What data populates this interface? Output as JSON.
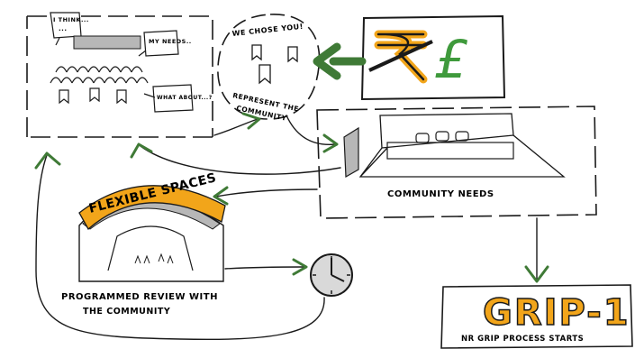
{
  "community_meeting": {
    "bubble_think": "I THINK...",
    "bubble_think_dots": "...",
    "bubble_needs": "MY NEEDS..",
    "bubble_what": "WHAT ABOUT...?"
  },
  "chosen_reps": {
    "caption_top": "WE CHOSE YOU!",
    "caption_bottom_1": "REPRESENT THE",
    "caption_bottom_2": "COMMUNITY"
  },
  "money_box": {
    "currency_symbol": "£"
  },
  "community_needs": {
    "label": "COMMUNITY NEEDS"
  },
  "flexible_spaces": {
    "banner": "FLEXIBLE SPACES"
  },
  "review": {
    "caption_1": "PROGRAMMED REVIEW WITH",
    "caption_2": "THE COMMUNITY"
  },
  "grip": {
    "title": "GRIP-1",
    "caption": "NR GRIP PROCESS STARTS"
  },
  "colors": {
    "arrow_green": "#3f7a36",
    "accent_orange": "#f2a51a",
    "ink": "#1a1a1a",
    "grey_fill": "#b7b7b7",
    "pound_green": "#3f9a3c"
  }
}
